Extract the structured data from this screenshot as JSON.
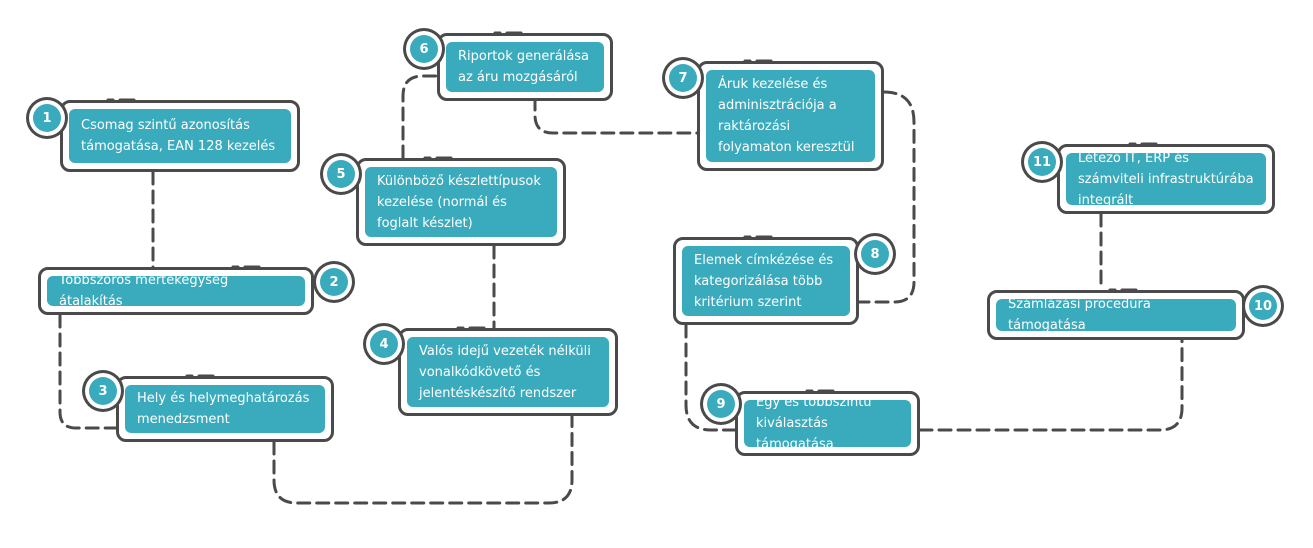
{
  "colors": {
    "accent": "#3aabbd",
    "frame": "#4a4a4a"
  },
  "steps": [
    {
      "num": "1",
      "text": "Csomag szintű azonosítás támogatása, EAN 128 kezelés"
    },
    {
      "num": "2",
      "text": "Többszörös mértékegység átalakítás"
    },
    {
      "num": "3",
      "text": "Hely és helymeghatározás menedzsment"
    },
    {
      "num": "4",
      "text": "Valós idejű vezeték nélküli vonalkódkövető és jelentéskészítő rendszer"
    },
    {
      "num": "5",
      "text": "Különböző készlettípusok kezelése (normál és foglalt készlet)"
    },
    {
      "num": "6",
      "text": "Riportok generálása az áru mozgásáról"
    },
    {
      "num": "7",
      "text": "Áruk kezelése és adminisztrációja a raktározási folyamaton keresztül"
    },
    {
      "num": "8",
      "text": "Elemek címkézése és kategorizálása több kritérium szerint"
    },
    {
      "num": "9",
      "text": "Egy és többszintű kiválasztás támogatása"
    },
    {
      "num": "10",
      "text": "Számlázási procedúra támogatása"
    },
    {
      "num": "11",
      "text": "Létező IT, ERP és számviteli infrastruktúrába integrált"
    }
  ]
}
